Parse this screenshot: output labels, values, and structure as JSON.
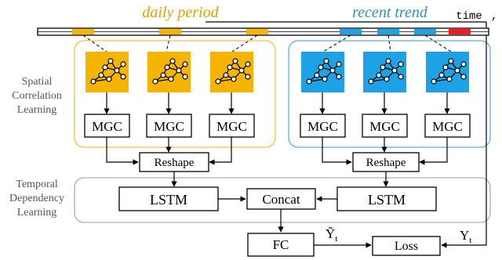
{
  "header": {
    "left_title": "daily period",
    "right_title": "recent trend",
    "time_label": "time"
  },
  "side_labels": {
    "spatial": [
      "Spatial",
      "Correlation",
      "Learning"
    ],
    "temporal": [
      "Temporal",
      "Dependency",
      "Learning"
    ]
  },
  "blocks": {
    "mgc": "MGC",
    "reshape": "Reshape",
    "lstm": "LSTM",
    "concat": "Concat",
    "fc": "FC",
    "loss": "Loss"
  },
  "outputs": {
    "prediction": {
      "base": "Ỹ",
      "sub": "t"
    },
    "truth": {
      "base": "Y",
      "sub": "t"
    }
  },
  "colors": {
    "daily": "#f5b400",
    "recent": "#1ea2e6",
    "current": "#ee1c1c",
    "daily_text": "#e0a100",
    "recent_text": "#2f8fbf",
    "frame_daily": "#f5c04a",
    "frame_recent": "#5fb1d6",
    "frame_temporal": "#b0b0b0",
    "line": "#000000",
    "label": "#555555"
  },
  "icons": {
    "graph": "graph-network-icon"
  }
}
